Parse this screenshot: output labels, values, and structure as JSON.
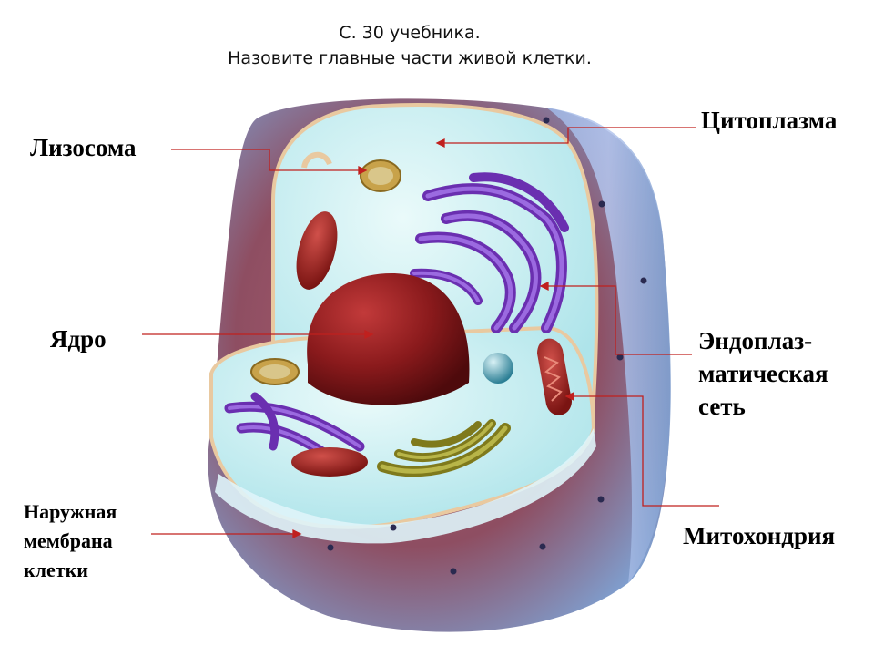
{
  "title": {
    "line1": "С. 30 учебника.",
    "line2": "Назовите главные части живой клетки."
  },
  "labels": {
    "lysosome": "Лизосома",
    "cytoplasm": "Цитоплазма",
    "nucleus": "Ядро",
    "er_line1": "Эндоплаз-",
    "er_line2": "матическая",
    "er_line3": "сеть",
    "membrane_line1": "Наружная",
    "membrane_line2": "мембрана",
    "membrane_line3": "клетки",
    "mitochondrion": "Митохондрия"
  },
  "colors": {
    "leader_line": "#c0201e",
    "cytoplasm": "#c7eef0",
    "nucleus": "#7a1414",
    "er": "#7a3fc0",
    "golgi": "#9c9a2e",
    "membrane_outer": "#8b4a55",
    "membrane_blue": "#7f9fcf"
  }
}
